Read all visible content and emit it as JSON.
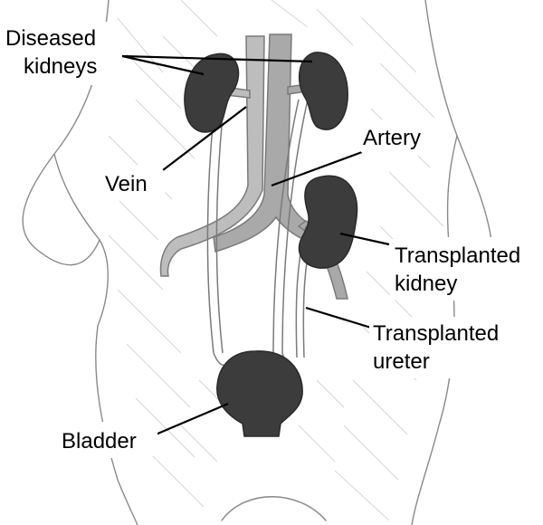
{
  "labels": {
    "diseased_line1": "Diseased",
    "diseased_line2": "kidneys",
    "vein": "Vein",
    "artery": "Artery",
    "transplanted_kidney_line1": "Transplanted",
    "transplanted_kidney_line2": "kidney",
    "transplanted_ureter_line1": "Transplanted",
    "transplanted_ureter_line2": "ureter",
    "bladder": "Bladder"
  },
  "colors": {
    "background": "#ffffff",
    "outline": "#888888",
    "sketch": "#d4d4d4",
    "vessel": "#a6a6a6",
    "organ": "#3c3c3c",
    "leader": "#000000"
  }
}
